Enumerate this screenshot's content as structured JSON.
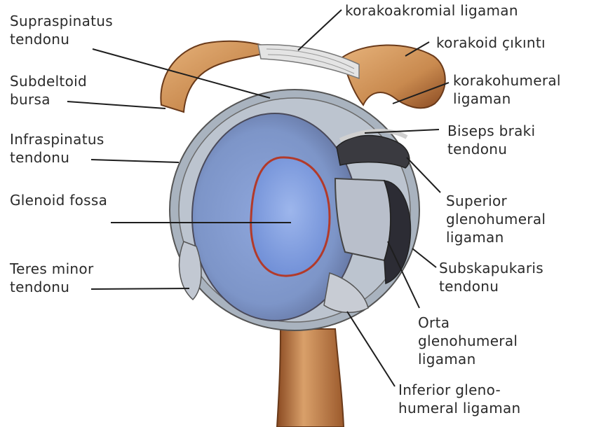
{
  "labels": {
    "supraspinatus": [
      "Supraspinatus",
      "tendonu"
    ],
    "subdeltoid": [
      "Subdeltoid",
      "bursa"
    ],
    "infraspinatus": [
      "Infraspinatus",
      "tendonu"
    ],
    "glenoid": [
      "Glenoid fossa"
    ],
    "teres": [
      "Teres minor",
      "tendonu"
    ],
    "korakoakromial": [
      "korakoakromial ligaman"
    ],
    "korakoid": [
      "korakoid çıkıntı"
    ],
    "korakohumeral": [
      "korakohumeral",
      "ligaman"
    ],
    "biseps": [
      "Biseps braki",
      "tendonu"
    ],
    "superior": [
      "Superior",
      "glenohumeral",
      "ligaman"
    ],
    "subskapukaris": [
      "Subskapukaris",
      "tendonu"
    ],
    "orta": [
      "Orta",
      "glenohumeral",
      "ligaman"
    ],
    "inferior": [
      "Inferior gleno-",
      "humeral ligaman"
    ]
  },
  "colors": {
    "label_text": "#2a2a2a",
    "leader_line": "#1e1e1e",
    "bone": "#c98a4f",
    "bone_shadow": "#8a4a22",
    "capsule": "#9aa8b8",
    "fossa_rim": "#7a8fb8",
    "cartilage": "#8fa8e0",
    "cartilage_rim": "#b23a2a",
    "ligament": "#d8d8d8"
  }
}
